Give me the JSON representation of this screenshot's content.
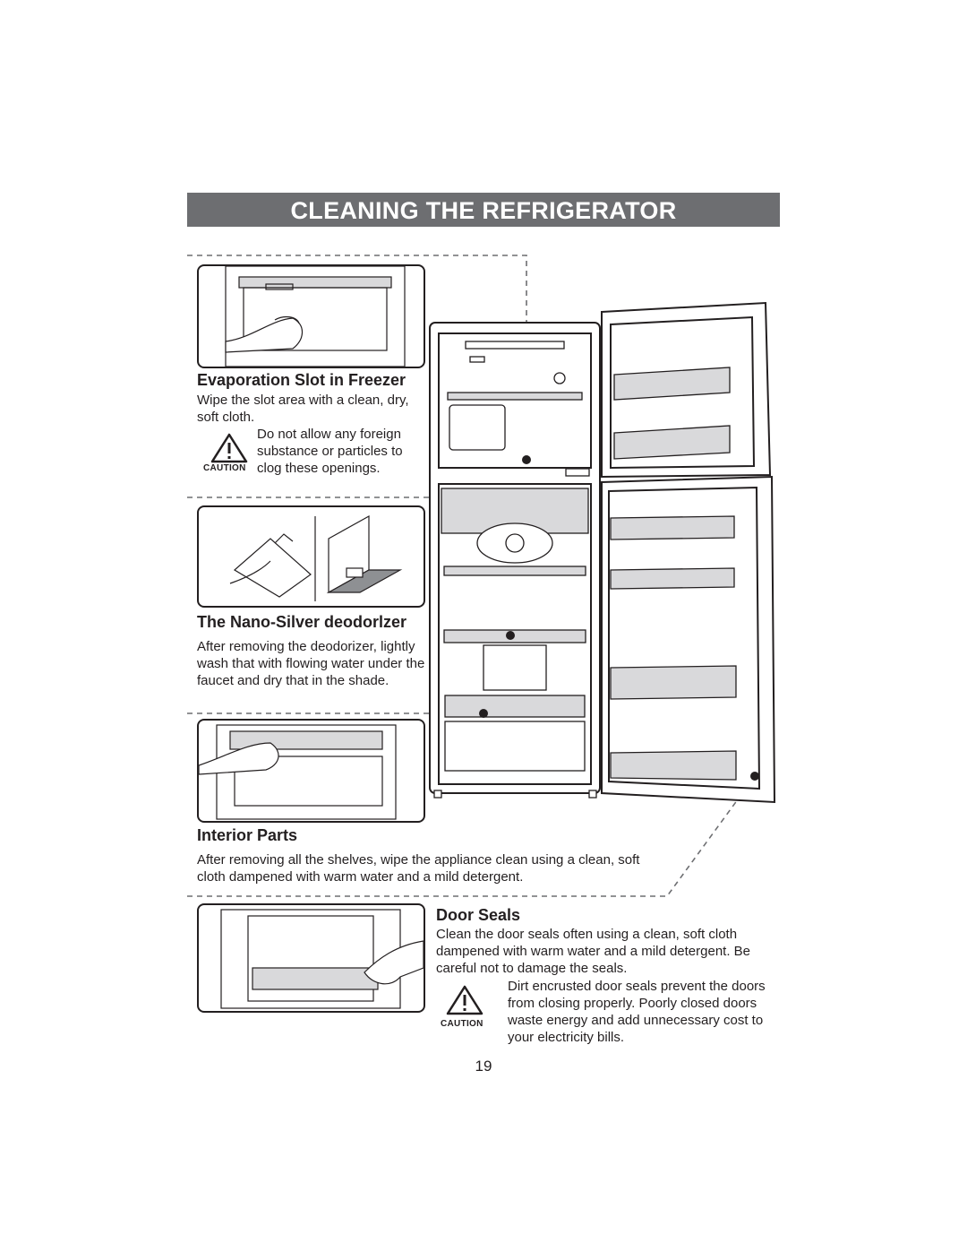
{
  "page": {
    "title": "CLEANING THE REFRIGERATOR",
    "page_number": "19"
  },
  "evaporation": {
    "heading": "Evaporation Slot in Freezer",
    "body": "Wipe the slot area with a clean, dry, soft cloth.",
    "caution_label": "CAUTION",
    "caution_text": "Do not allow any foreign substance or particles to clog these openings."
  },
  "nano": {
    "heading": "The Nano-Silver deodorlzer",
    "body": "After removing the deodorizer, lightly wash that with flowing water under the faucet and dry that in the shade."
  },
  "interior": {
    "heading": "Interior Parts",
    "body": "After removing all the shelves, wipe the appliance clean using a clean, soft cloth dampened with warm water and a mild detergent."
  },
  "door_seals": {
    "heading": "Door Seals",
    "body": "Clean the door seals often using a clean, soft cloth dampened with warm water and a mild detergent. Be careful not to damage the seals.",
    "caution_label": "CAUTION",
    "caution_text": "Dirt encrusted door seals prevent the doors from closing properly. Poorly closed doors waste energy and add unnecessary cost to your electricity bills."
  }
}
